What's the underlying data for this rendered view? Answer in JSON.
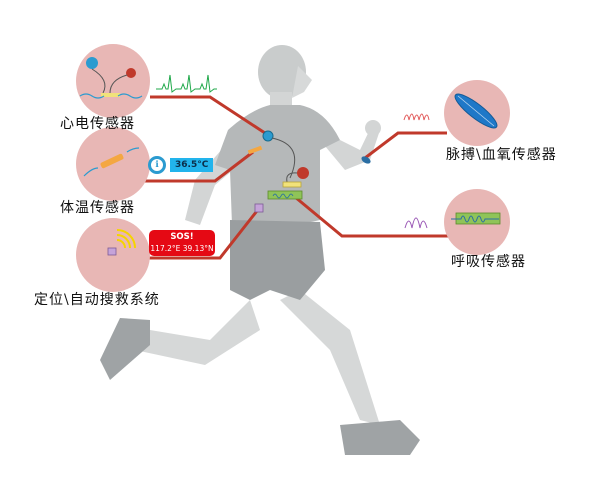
{
  "diagram": {
    "subject": "runner wearing smart sensor garment",
    "connector_color": "#c0392b",
    "bubble_color": "#e8b7b5",
    "sensors": [
      {
        "id": "ecg",
        "label": "心电传感器",
        "signal": "ecg-waveform",
        "signal_color": "#1fa84a"
      },
      {
        "id": "temperature",
        "label": "体温传感器",
        "reading": "36.5°C"
      },
      {
        "id": "positioning",
        "label": "定位\\自动搜救系统",
        "alert_title": "SOS!",
        "alert_coords": "117.2°E 39.13°N"
      },
      {
        "id": "pulse-spo2",
        "label": "脉搏\\血氧传感器",
        "signal": "pulse-waveform",
        "signal_color": "#e25a5a"
      },
      {
        "id": "respiration",
        "label": "呼吸传感器",
        "signal": "respiration-waveform",
        "signal_color": "#9b59b6"
      }
    ]
  }
}
